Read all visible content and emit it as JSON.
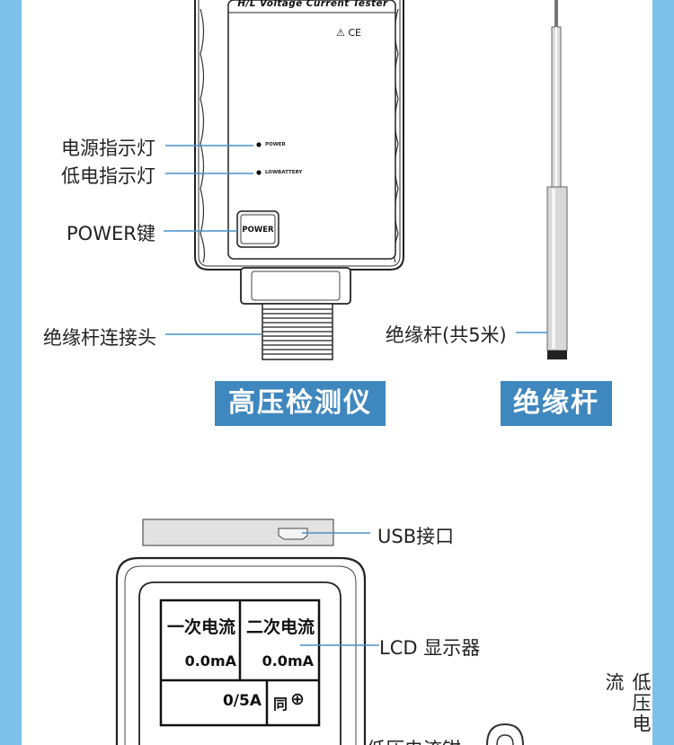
{
  "device": {
    "header_text": "H/L Voltage Current Tester",
    "cert_marks": "⚠ CE",
    "led_power_text": "POWER",
    "led_lowbattery_text": "LOWBATTERY",
    "power_button_text": "POWER"
  },
  "callouts": {
    "power_indicator": "电源指示灯",
    "low_battery_indicator": "低电指示灯",
    "power_key": "POWER键",
    "rod_connector": "绝缘杆连接头",
    "rod_length": "绝缘杆(共5米)",
    "usb_port": "USB接口",
    "lcd_display": "LCD 显示器",
    "low_voltage_current_clamp_vertical": "低压电流",
    "low_voltage_current_clamp_partial": "低压电流钳"
  },
  "banners": {
    "tester": "高压检测仪",
    "rod": "绝缘杆"
  },
  "lcd": {
    "primary_current_label": "一次电流",
    "secondary_current_label": "二次电流",
    "primary_value": "0.0mA",
    "secondary_value": "0.0mA",
    "ratio": "0/5A",
    "sync_label": "同",
    "sync_icon": "⊕"
  },
  "colors": {
    "background_side": "#7cc1ea",
    "banner": "#3f87bf",
    "callout_line": "#4a90c8"
  }
}
